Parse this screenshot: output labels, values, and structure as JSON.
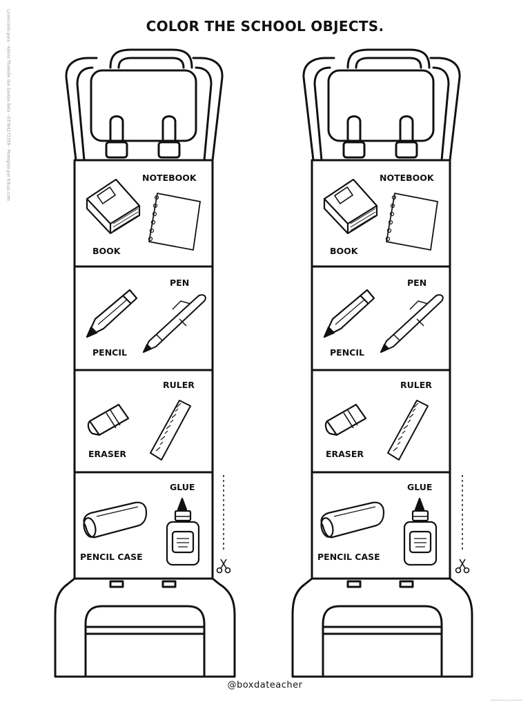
{
  "title": "COLOR THE SCHOOL OBJECTS.",
  "footer": "@boxdateacher",
  "side_note": "Licenciado para - Kelvia Thamille dos Santos Bela - 03784272359 - Protegido por Eduzz.com",
  "tiny_note": "Digitalizado com CamScanner",
  "labels": {
    "notebook": "NOTEBOOK",
    "book": "BOOK",
    "pen": "PEN",
    "pencil": "PENCIL",
    "ruler": "RULER",
    "eraser": "ERASER",
    "glue": "GLUE",
    "pencil_case": "PENCIL CASE"
  },
  "icons": [
    "book-icon",
    "notebook-icon",
    "pencil-icon",
    "pen-icon",
    "eraser-icon",
    "ruler-icon",
    "pencil-case-icon",
    "glue-icon",
    "scissors-icon"
  ]
}
